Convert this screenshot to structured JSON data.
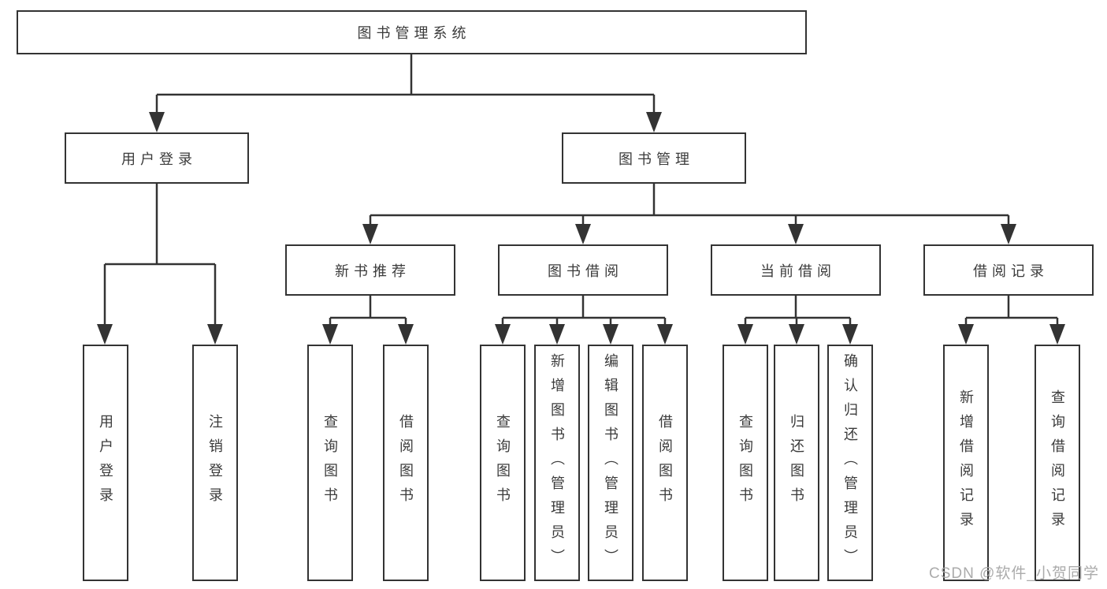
{
  "diagram_type": "hierarchy-tree",
  "tree": {
    "label": "图书管理系统",
    "children": [
      {
        "label": "用户登录",
        "children": [
          {
            "label": "用户登录"
          },
          {
            "label": "注销登录"
          }
        ]
      },
      {
        "label": "图书管理",
        "children": [
          {
            "label": "新书推荐",
            "children": [
              {
                "label": "查询图书"
              },
              {
                "label": "借阅图书"
              }
            ]
          },
          {
            "label": "图书借阅",
            "children": [
              {
                "label": "查询图书"
              },
              {
                "label": "新增图书（管理员）"
              },
              {
                "label": "编辑图书（管理员）"
              },
              {
                "label": "借阅图书"
              }
            ]
          },
          {
            "label": "当前借阅",
            "children": [
              {
                "label": "查询图书"
              },
              {
                "label": "归还图书"
              },
              {
                "label": "确认归还（管理员）"
              }
            ]
          },
          {
            "label": "借阅记录",
            "children": [
              {
                "label": "新增借阅记录"
              },
              {
                "label": "查询借阅记录"
              }
            ]
          }
        ]
      }
    ]
  },
  "watermark": {
    "text": "CSDN @软件_小贺同学"
  },
  "colors": {
    "line": "#333333",
    "box_border": "#333333",
    "text": "#3b3b3b",
    "background": "#ffffff",
    "watermark": "#a6a6a6"
  }
}
